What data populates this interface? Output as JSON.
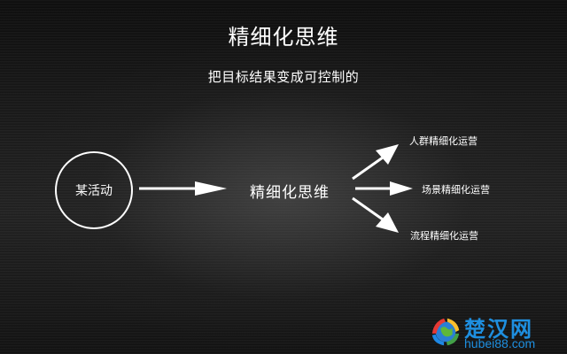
{
  "slide": {
    "title": "精细化思维",
    "subtitle": "把目标结果变成可控制的"
  },
  "diagram": {
    "source_node": "某活动",
    "center_node": "精细化思维",
    "branches": [
      {
        "label": "人群精细化运营"
      },
      {
        "label": "场景精细化运营"
      },
      {
        "label": "流程精细化运营"
      }
    ],
    "arrow_color": "#ffffff"
  },
  "watermark": {
    "name_cn": "楚汉网",
    "domain": "hubei88.com",
    "color": "#1e8fe0"
  }
}
